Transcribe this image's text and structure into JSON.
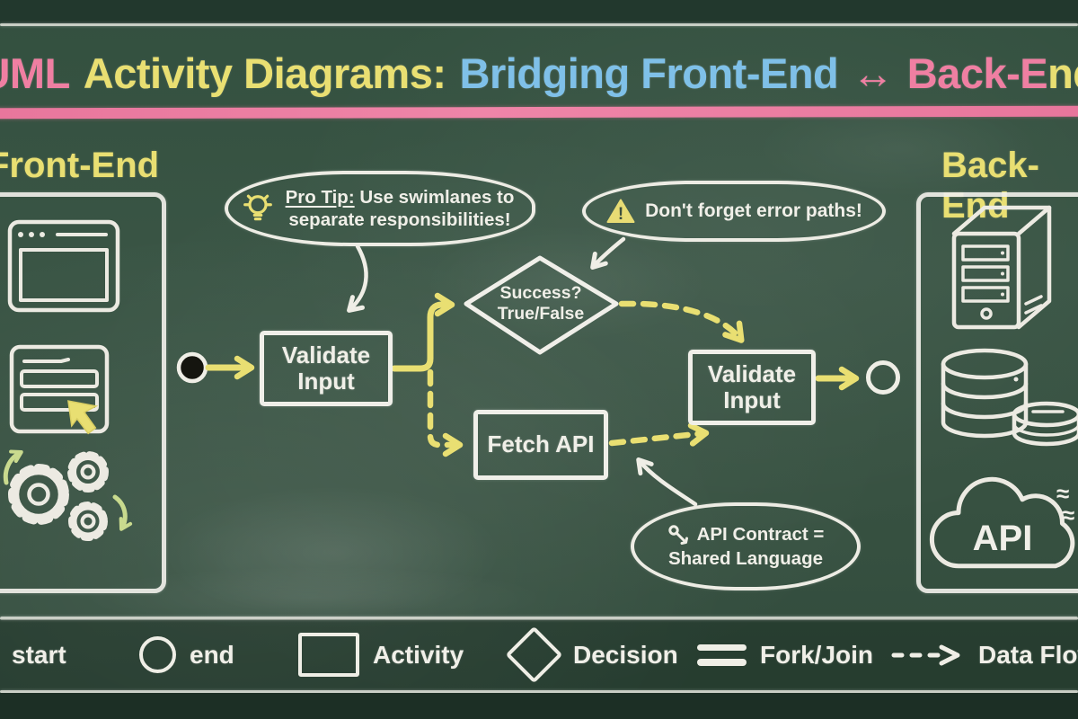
{
  "title": {
    "uml": "UML",
    "activity": "Activity Diagrams:",
    "bridging": "Bridging Front-End",
    "arrow": "↔",
    "back_pink": "Back-E",
    "back_yellow": "nd"
  },
  "lanes": {
    "front_end": {
      "label": "Front-End"
    },
    "back_end": {
      "label": "Back-End",
      "cloud_text": "API",
      "cloud_squiggle": "≈"
    }
  },
  "flow": {
    "activity1": "Validate Input",
    "decision_line1": "Success?",
    "decision_line2": "True/False",
    "activity2": "Fetch API",
    "activity3": "Validate Input"
  },
  "callouts": {
    "pro_tip": {
      "icon": "lightbulb-icon",
      "prefix": "Pro Tip:",
      "text": " Use swimlanes to separate responsibilities!"
    },
    "error_paths": {
      "icon": "warning-icon",
      "icon_glyph": "!",
      "text": "Don't forget error paths!"
    },
    "api_contract": {
      "icon": "key-icon",
      "line1": "API Contract =",
      "line2": "Shared Language"
    }
  },
  "legend": [
    {
      "icon": "start-node-icon",
      "label": "start"
    },
    {
      "icon": "end-node-icon",
      "label": "end"
    },
    {
      "icon": "activity-icon",
      "label": "Activity"
    },
    {
      "icon": "decision-icon",
      "label": "Decision"
    },
    {
      "icon": "fork-join-icon",
      "label": "Fork/Join"
    },
    {
      "icon": "data-flow-icon",
      "label": "Data Flow"
    }
  ],
  "colors": {
    "board_green": "#3a5545",
    "chalk_white": "#f0efe8",
    "chalk_yellow": "#e9df72",
    "chalk_pink": "#ef7fa2",
    "chalk_blue": "#7fc0e8",
    "chalk_green": "#c9da8e"
  }
}
